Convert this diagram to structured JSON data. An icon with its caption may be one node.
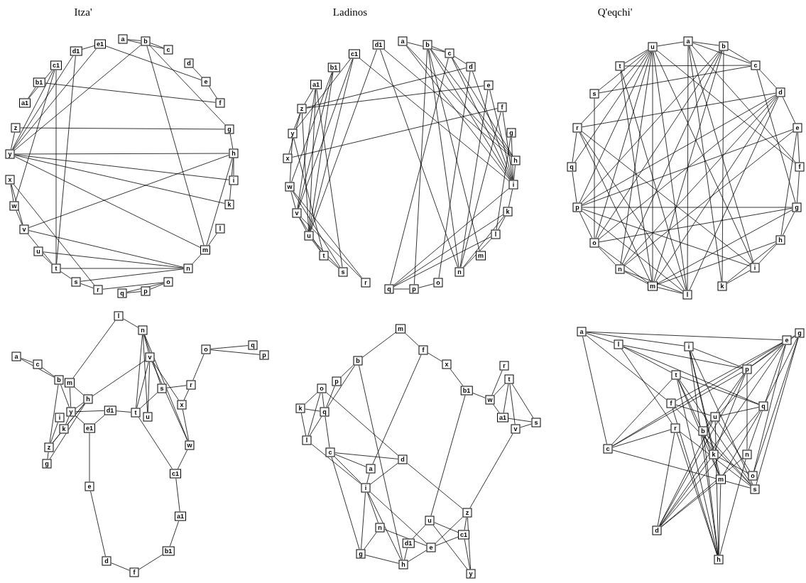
{
  "diagram": {
    "labels": [
      "Itza'",
      "Ladinos",
      "Q'eqchi'"
    ],
    "nodes": [
      {
        "text": [
          "a"
        ]
      },
      {
        "text": [
          "b"
        ]
      },
      {
        "text": [
          "c"
        ]
      },
      {
        "text": [
          "d"
        ]
      },
      {
        "text": [
          "e"
        ]
      },
      {
        "text": [
          "f"
        ]
      },
      {
        "text": [
          "g"
        ]
      },
      {
        "text": [
          "h"
        ]
      },
      {
        "text": [
          "i"
        ]
      },
      {
        "text": [
          "k"
        ]
      },
      {
        "text": [
          "l"
        ]
      },
      {
        "text": [
          "m"
        ]
      },
      {
        "text": [
          "n"
        ]
      },
      {
        "text": [
          "o"
        ]
      },
      {
        "text": [
          "p"
        ]
      },
      {
        "text": [
          "q"
        ]
      },
      {
        "text": [
          "r"
        ]
      },
      {
        "text": [
          "s"
        ]
      },
      {
        "text": [
          "t"
        ]
      },
      {
        "text": [
          "u"
        ]
      },
      {
        "text": [
          "v"
        ]
      },
      {
        "text": [
          "w"
        ]
      },
      {
        "text": [
          "x"
        ]
      },
      {
        "text": [
          "y"
        ]
      },
      {
        "text": [
          "z"
        ]
      },
      {
        "text": [
          "a1"
        ]
      },
      {
        "text": [
          "b1"
        ]
      },
      {
        "text": [
          "c1"
        ]
      },
      {
        "text": [
          "d1"
        ]
      },
      {
        "text": [
          "e1"
        ]
      },
      {
        "text": [
          "a"
        ]
      },
      {
        "text": [
          "b"
        ]
      },
      {
        "text": [
          "c"
        ]
      },
      {
        "text": [
          "d"
        ]
      },
      {
        "text": [
          "e"
        ]
      },
      {
        "text": [
          "f"
        ]
      },
      {
        "text": [
          "g"
        ]
      },
      {
        "text": [
          "h"
        ]
      },
      {
        "text": [
          "i"
        ]
      },
      {
        "text": [
          "k"
        ]
      },
      {
        "text": [
          "l"
        ]
      },
      {
        "text": [
          "m"
        ]
      },
      {
        "text": [
          "n"
        ]
      },
      {
        "text": [
          "o"
        ]
      },
      {
        "text": [
          "p"
        ]
      },
      {
        "text": [
          "q"
        ]
      },
      {
        "text": [
          "r"
        ]
      },
      {
        "text": [
          "s"
        ]
      },
      {
        "text": [
          "t"
        ]
      },
      {
        "text": [
          "u"
        ]
      },
      {
        "text": [
          "v"
        ]
      },
      {
        "text": [
          "w"
        ]
      },
      {
        "text": [
          "x"
        ]
      },
      {
        "text": [
          "y"
        ]
      },
      {
        "text": [
          "z"
        ]
      },
      {
        "text": [
          "a1"
        ]
      },
      {
        "text": [
          "b1"
        ]
      },
      {
        "text": [
          "c1"
        ]
      },
      {
        "text": [
          "d1"
        ]
      },
      {
        "text": [
          "a"
        ]
      },
      {
        "text": [
          "b"
        ]
      },
      {
        "text": [
          "c"
        ]
      },
      {
        "text": [
          "d"
        ]
      },
      {
        "text": [
          "e"
        ]
      },
      {
        "text": [
          "f"
        ]
      },
      {
        "text": [
          "g"
        ]
      },
      {
        "text": [
          "h"
        ]
      },
      {
        "text": [
          "i"
        ]
      },
      {
        "text": [
          "k"
        ]
      },
      {
        "text": [
          "l"
        ]
      },
      {
        "text": [
          "m"
        ]
      },
      {
        "text": [
          "n"
        ]
      },
      {
        "text": [
          "o"
        ]
      },
      {
        "text": [
          "p"
        ]
      },
      {
        "text": [
          "q"
        ]
      },
      {
        "text": [
          "r"
        ]
      },
      {
        "text": [
          "s"
        ]
      },
      {
        "text": [
          "t"
        ]
      },
      {
        "text": [
          "u"
        ]
      },
      {
        "text": [
          "a"
        ]
      },
      {
        "text": [
          "b"
        ]
      },
      {
        "text": [
          "c"
        ]
      },
      {
        "text": [
          "d"
        ]
      },
      {
        "text": [
          "e"
        ]
      },
      {
        "text": [
          "f"
        ]
      },
      {
        "text": [
          "g"
        ]
      },
      {
        "text": [
          "h"
        ]
      },
      {
        "text": [
          "i"
        ]
      },
      {
        "text": [
          "k"
        ]
      },
      {
        "text": [
          "l"
        ]
      },
      {
        "text": [
          "m"
        ]
      },
      {
        "text": [
          "n"
        ]
      },
      {
        "text": [
          "o"
        ]
      },
      {
        "text": [
          "p"
        ]
      },
      {
        "text": [
          "q"
        ]
      },
      {
        "text": [
          "r"
        ]
      },
      {
        "text": [
          "s"
        ]
      },
      {
        "text": [
          "t"
        ]
      },
      {
        "text": [
          "u"
        ]
      },
      {
        "text": [
          "v"
        ]
      },
      {
        "text": [
          "w"
        ]
      },
      {
        "text": [
          "x"
        ]
      },
      {
        "text": [
          "y"
        ]
      },
      {
        "text": [
          "z"
        ]
      },
      {
        "text": [
          "a1"
        ]
      },
      {
        "text": [
          "b1"
        ]
      },
      {
        "text": [
          "c1"
        ]
      },
      {
        "text": [
          "d1"
        ]
      },
      {
        "text": [
          "e1"
        ]
      },
      {
        "text": [
          "a"
        ]
      },
      {
        "text": [
          "b"
        ]
      },
      {
        "text": [
          "c"
        ]
      },
      {
        "text": [
          "d"
        ]
      },
      {
        "text": [
          "e"
        ]
      },
      {
        "text": [
          "f"
        ]
      },
      {
        "text": [
          "g"
        ]
      },
      {
        "text": [
          "h"
        ]
      },
      {
        "text": [
          "i"
        ]
      },
      {
        "text": [
          "k"
        ]
      },
      {
        "text": [
          "l"
        ]
      },
      {
        "text": [
          "m"
        ]
      },
      {
        "text": [
          "n"
        ]
      },
      {
        "text": [
          "o"
        ]
      },
      {
        "text": [
          "p"
        ]
      },
      {
        "text": [
          "q"
        ]
      },
      {
        "text": [
          "r"
        ]
      },
      {
        "text": [
          "s"
        ]
      },
      {
        "text": [
          "t"
        ]
      },
      {
        "text": [
          "u"
        ]
      },
      {
        "text": [
          "v"
        ]
      },
      {
        "text": [
          "w"
        ]
      },
      {
        "text": [
          "x"
        ]
      },
      {
        "text": [
          "y"
        ]
      },
      {
        "text": [
          "z"
        ]
      },
      {
        "text": [
          "a1"
        ]
      },
      {
        "text": [
          "b1"
        ]
      },
      {
        "text": [
          "c1"
        ]
      },
      {
        "text": [
          "d1"
        ]
      },
      {
        "text": [
          "a"
        ]
      },
      {
        "text": [
          "b"
        ]
      },
      {
        "text": [
          "c"
        ]
      },
      {
        "text": [
          "d"
        ]
      },
      {
        "text": [
          "e"
        ]
      },
      {
        "text": [
          "f"
        ]
      },
      {
        "text": [
          "g"
        ]
      },
      {
        "text": [
          "h"
        ]
      },
      {
        "text": [
          "i"
        ]
      },
      {
        "text": [
          "k"
        ]
      },
      {
        "text": [
          "l"
        ]
      },
      {
        "text": [
          "m"
        ]
      },
      {
        "text": [
          "n"
        ]
      },
      {
        "text": [
          "o"
        ]
      },
      {
        "text": [
          "p"
        ]
      },
      {
        "text": [
          "q"
        ]
      },
      {
        "text": [
          "r"
        ]
      },
      {
        "text": [
          "s"
        ]
      },
      {
        "text": [
          "t"
        ]
      },
      {
        "text": [
          "u"
        ]
      }
    ],
    "edges": [
      {
        "from": 0,
        "to": 1,
        "arrow": "none"
      },
      {
        "from": 0,
        "to": 2,
        "arrow": "none"
      },
      {
        "from": 1,
        "to": 2,
        "arrow": "none"
      },
      {
        "from": 1,
        "to": 23,
        "arrow": "none"
      },
      {
        "from": 1,
        "to": 11,
        "arrow": "none"
      },
      {
        "from": 1,
        "to": 6,
        "arrow": "none"
      },
      {
        "from": 29,
        "to": 28,
        "arrow": "none"
      },
      {
        "from": 29,
        "to": 4,
        "arrow": "none"
      },
      {
        "from": 29,
        "to": 23,
        "arrow": "none"
      },
      {
        "from": 28,
        "to": 23,
        "arrow": "none"
      },
      {
        "from": 28,
        "to": 18,
        "arrow": "none"
      },
      {
        "from": 27,
        "to": 23,
        "arrow": "none"
      },
      {
        "from": 27,
        "to": 18,
        "arrow": "none"
      },
      {
        "from": 27,
        "to": 21,
        "arrow": "none"
      },
      {
        "from": 27,
        "to": 25,
        "arrow": "none"
      },
      {
        "from": 26,
        "to": 25,
        "arrow": "none"
      },
      {
        "from": 26,
        "to": 5,
        "arrow": "none"
      },
      {
        "from": 3,
        "to": 4,
        "arrow": "none"
      },
      {
        "from": 4,
        "to": 5,
        "arrow": "none"
      },
      {
        "from": 24,
        "to": 6,
        "arrow": "none"
      },
      {
        "from": 24,
        "to": 23,
        "arrow": "none"
      },
      {
        "from": 23,
        "to": 7,
        "arrow": "none"
      },
      {
        "from": 23,
        "to": 8,
        "arrow": "none"
      },
      {
        "from": 23,
        "to": 9,
        "arrow": "none"
      },
      {
        "from": 23,
        "to": 11,
        "arrow": "none"
      },
      {
        "from": 7,
        "to": 20,
        "arrow": "none"
      },
      {
        "from": 7,
        "to": 9,
        "arrow": "none"
      },
      {
        "from": 7,
        "to": 8,
        "arrow": "none"
      },
      {
        "from": 7,
        "to": 11,
        "arrow": "none"
      },
      {
        "from": 6,
        "to": 7,
        "arrow": "none"
      },
      {
        "from": 10,
        "to": 11,
        "arrow": "none"
      },
      {
        "from": 11,
        "to": 12,
        "arrow": "none"
      },
      {
        "from": 22,
        "to": 21,
        "arrow": "none"
      },
      {
        "from": 22,
        "to": 20,
        "arrow": "none"
      },
      {
        "from": 22,
        "to": 16,
        "arrow": "none"
      },
      {
        "from": 21,
        "to": 20,
        "arrow": "none"
      },
      {
        "from": 20,
        "to": 18,
        "arrow": "none"
      },
      {
        "from": 20,
        "to": 12,
        "arrow": "none"
      },
      {
        "from": 19,
        "to": 18,
        "arrow": "none"
      },
      {
        "from": 19,
        "to": 12,
        "arrow": "none"
      },
      {
        "from": 18,
        "to": 12,
        "arrow": "none"
      },
      {
        "from": 18,
        "to": 17,
        "arrow": "none"
      },
      {
        "from": 17,
        "to": 12,
        "arrow": "none"
      },
      {
        "from": 17,
        "to": 16,
        "arrow": "none"
      },
      {
        "from": 16,
        "to": 13,
        "arrow": "none"
      },
      {
        "from": 15,
        "to": 13,
        "arrow": "none"
      },
      {
        "from": 15,
        "to": 14,
        "arrow": "none"
      },
      {
        "from": 14,
        "to": 13,
        "arrow": "none"
      },
      {
        "from": 30,
        "to": 32,
        "arrow": "none"
      },
      {
        "from": 30,
        "to": 37,
        "arrow": "none"
      },
      {
        "from": 30,
        "to": 38,
        "arrow": "none"
      },
      {
        "from": 31,
        "to": 32,
        "arrow": "none"
      },
      {
        "from": 31,
        "to": 38,
        "arrow": "none"
      },
      {
        "from": 31,
        "to": 37,
        "arrow": "none"
      },
      {
        "from": 31,
        "to": 41,
        "arrow": "none"
      },
      {
        "from": 31,
        "to": 42,
        "arrow": "none"
      },
      {
        "from": 31,
        "to": 44,
        "arrow": "none"
      },
      {
        "from": 32,
        "to": 33,
        "arrow": "none"
      },
      {
        "from": 32,
        "to": 38,
        "arrow": "none"
      },
      {
        "from": 32,
        "to": 45,
        "arrow": "none"
      },
      {
        "from": 32,
        "to": 37,
        "arrow": "none"
      },
      {
        "from": 33,
        "to": 54,
        "arrow": "none"
      },
      {
        "from": 33,
        "to": 38,
        "arrow": "none"
      },
      {
        "from": 33,
        "to": 43,
        "arrow": "none"
      },
      {
        "from": 34,
        "to": 54,
        "arrow": "none"
      },
      {
        "from": 34,
        "to": 38,
        "arrow": "none"
      },
      {
        "from": 34,
        "to": 42,
        "arrow": "none"
      },
      {
        "from": 35,
        "to": 52,
        "arrow": "none"
      },
      {
        "from": 35,
        "to": 38,
        "arrow": "none"
      },
      {
        "from": 35,
        "to": 42,
        "arrow": "none"
      },
      {
        "from": 36,
        "to": 38,
        "arrow": "none"
      },
      {
        "from": 36,
        "to": 40,
        "arrow": "none"
      },
      {
        "from": 37,
        "to": 38,
        "arrow": "none"
      },
      {
        "from": 38,
        "to": 39,
        "arrow": "none"
      },
      {
        "from": 38,
        "to": 45,
        "arrow": "none"
      },
      {
        "from": 39,
        "to": 45,
        "arrow": "none"
      },
      {
        "from": 39,
        "to": 42,
        "arrow": "none"
      },
      {
        "from": 39,
        "to": 40,
        "arrow": "none"
      },
      {
        "from": 40,
        "to": 45,
        "arrow": "none"
      },
      {
        "from": 40,
        "to": 42,
        "arrow": "none"
      },
      {
        "from": 43,
        "to": 44,
        "arrow": "none"
      },
      {
        "from": 44,
        "to": 45,
        "arrow": "none"
      },
      {
        "from": 58,
        "to": 49,
        "arrow": "none"
      },
      {
        "from": 58,
        "to": 42,
        "arrow": "none"
      },
      {
        "from": 58,
        "to": 37,
        "arrow": "none"
      },
      {
        "from": 57,
        "to": 49,
        "arrow": "none"
      },
      {
        "from": 57,
        "to": 38,
        "arrow": "none"
      },
      {
        "from": 57,
        "to": 53,
        "arrow": "none"
      },
      {
        "from": 57,
        "to": 50,
        "arrow": "none"
      },
      {
        "from": 56,
        "to": 49,
        "arrow": "none"
      },
      {
        "from": 56,
        "to": 50,
        "arrow": "none"
      },
      {
        "from": 56,
        "to": 51,
        "arrow": "none"
      },
      {
        "from": 55,
        "to": 54,
        "arrow": "none"
      },
      {
        "from": 55,
        "to": 47,
        "arrow": "none"
      },
      {
        "from": 55,
        "to": 50,
        "arrow": "none"
      },
      {
        "from": 55,
        "to": 49,
        "arrow": "none"
      },
      {
        "from": 54,
        "to": 53,
        "arrow": "none"
      },
      {
        "from": 54,
        "to": 52,
        "arrow": "none"
      },
      {
        "from": 54,
        "to": 49,
        "arrow": "none"
      },
      {
        "from": 53,
        "to": 51,
        "arrow": "none"
      },
      {
        "from": 53,
        "to": 48,
        "arrow": "none"
      },
      {
        "from": 51,
        "to": 50,
        "arrow": "none"
      },
      {
        "from": 51,
        "to": 47,
        "arrow": "none"
      },
      {
        "from": 51,
        "to": 46,
        "arrow": "none"
      },
      {
        "from": 50,
        "to": 49,
        "arrow": "none"
      },
      {
        "from": 50,
        "to": 48,
        "arrow": "none"
      },
      {
        "from": 50,
        "to": 46,
        "arrow": "none"
      },
      {
        "from": 49,
        "to": 48,
        "arrow": "none"
      },
      {
        "from": 49,
        "to": 47,
        "arrow": "none"
      },
      {
        "from": 48,
        "to": 47,
        "arrow": "none"
      },
      {
        "from": 78,
        "to": 59,
        "arrow": "none"
      },
      {
        "from": 78,
        "to": 77,
        "arrow": "none"
      },
      {
        "from": 78,
        "to": 76,
        "arrow": "none"
      },
      {
        "from": 78,
        "to": 75,
        "arrow": "none"
      },
      {
        "from": 78,
        "to": 73,
        "arrow": "none"
      },
      {
        "from": 78,
        "to": 72,
        "arrow": "none"
      },
      {
        "from": 78,
        "to": 71,
        "arrow": "none"
      },
      {
        "from": 78,
        "to": 70,
        "arrow": "none"
      },
      {
        "from": 78,
        "to": 69,
        "arrow": "none"
      },
      {
        "from": 78,
        "to": 67,
        "arrow": "none"
      },
      {
        "from": 78,
        "to": 64,
        "arrow": "none"
      },
      {
        "from": 78,
        "to": 74,
        "arrow": "none"
      },
      {
        "from": 59,
        "to": 60,
        "arrow": "none"
      },
      {
        "from": 59,
        "to": 61,
        "arrow": "none"
      },
      {
        "from": 59,
        "to": 69,
        "arrow": "none"
      },
      {
        "from": 59,
        "to": 68,
        "arrow": "none"
      },
      {
        "from": 59,
        "to": 67,
        "arrow": "none"
      },
      {
        "from": 59,
        "to": 64,
        "arrow": "none"
      },
      {
        "from": 60,
        "to": 61,
        "arrow": "none"
      },
      {
        "from": 60,
        "to": 68,
        "arrow": "none"
      },
      {
        "from": 60,
        "to": 71,
        "arrow": "none"
      },
      {
        "from": 60,
        "to": 70,
        "arrow": "none"
      },
      {
        "from": 60,
        "to": 72,
        "arrow": "none"
      },
      {
        "from": 60,
        "to": 73,
        "arrow": "none"
      },
      {
        "from": 61,
        "to": 62,
        "arrow": "none"
      },
      {
        "from": 61,
        "to": 77,
        "arrow": "none"
      },
      {
        "from": 61,
        "to": 76,
        "arrow": "none"
      },
      {
        "from": 61,
        "to": 65,
        "arrow": "none"
      },
      {
        "from": 62,
        "to": 63,
        "arrow": "none"
      },
      {
        "from": 62,
        "to": 75,
        "arrow": "none"
      },
      {
        "from": 62,
        "to": 73,
        "arrow": "none"
      },
      {
        "from": 62,
        "to": 71,
        "arrow": "none"
      },
      {
        "from": 62,
        "to": 70,
        "arrow": "none"
      },
      {
        "from": 62,
        "to": 72,
        "arrow": "none"
      },
      {
        "from": 62,
        "to": 69,
        "arrow": "none"
      },
      {
        "from": 63,
        "to": 64,
        "arrow": "none"
      },
      {
        "from": 63,
        "to": 73,
        "arrow": "none"
      },
      {
        "from": 63,
        "to": 66,
        "arrow": "none"
      },
      {
        "from": 63,
        "to": 71,
        "arrow": "none"
      },
      {
        "from": 64,
        "to": 65,
        "arrow": "none"
      },
      {
        "from": 65,
        "to": 73,
        "arrow": "none"
      },
      {
        "from": 65,
        "to": 72,
        "arrow": "none"
      },
      {
        "from": 65,
        "to": 66,
        "arrow": "none"
      },
      {
        "from": 65,
        "to": 70,
        "arrow": "none"
      },
      {
        "from": 66,
        "to": 67,
        "arrow": "none"
      },
      {
        "from": 66,
        "to": 68,
        "arrow": "none"
      },
      {
        "from": 66,
        "to": 70,
        "arrow": "none"
      },
      {
        "from": 67,
        "to": 68,
        "arrow": "none"
      },
      {
        "from": 67,
        "to": 73,
        "arrow": "none"
      },
      {
        "from": 67,
        "to": 75,
        "arrow": "none"
      },
      {
        "from": 77,
        "to": 69,
        "arrow": "none"
      },
      {
        "from": 77,
        "to": 70,
        "arrow": "none"
      },
      {
        "from": 76,
        "to": 72,
        "arrow": "none"
      },
      {
        "from": 75,
        "to": 74,
        "arrow": "none"
      },
      {
        "from": 75,
        "to": 70,
        "arrow": "none"
      },
      {
        "from": 75,
        "to": 69,
        "arrow": "none"
      },
      {
        "from": 74,
        "to": 73,
        "arrow": "none"
      },
      {
        "from": 73,
        "to": 72,
        "arrow": "none"
      },
      {
        "from": 73,
        "to": 69,
        "arrow": "none"
      },
      {
        "from": 72,
        "to": 71,
        "arrow": "none"
      },
      {
        "from": 72,
        "to": 70,
        "arrow": "none"
      },
      {
        "from": 71,
        "to": 70,
        "arrow": "none"
      },
      {
        "from": 71,
        "to": 69,
        "arrow": "none"
      },
      {
        "from": 70,
        "to": 69,
        "arrow": "none"
      },
      {
        "from": 79,
        "to": 81,
        "arrow": "none"
      },
      {
        "from": 79,
        "to": 80,
        "arrow": "none"
      },
      {
        "from": 81,
        "to": 80,
        "arrow": "none"
      },
      {
        "from": 80,
        "to": 102,
        "arrow": "none"
      },
      {
        "from": 80,
        "to": 103,
        "arrow": "none"
      },
      {
        "from": 90,
        "to": 102,
        "arrow": "none"
      },
      {
        "from": 90,
        "to": 89,
        "arrow": "none"
      },
      {
        "from": 90,
        "to": 86,
        "arrow": "none"
      },
      {
        "from": 89,
        "to": 91,
        "arrow": "none"
      },
      {
        "from": 91,
        "to": 99,
        "arrow": "none"
      },
      {
        "from": 91,
        "to": 97,
        "arrow": "none"
      },
      {
        "from": 91,
        "to": 98,
        "arrow": "none"
      },
      {
        "from": 91,
        "to": 96,
        "arrow": "none"
      },
      {
        "from": 91,
        "to": 100,
        "arrow": "none"
      },
      {
        "from": 99,
        "to": 86,
        "arrow": "none"
      },
      {
        "from": 99,
        "to": 97,
        "arrow": "none"
      },
      {
        "from": 99,
        "to": 100,
        "arrow": "none"
      },
      {
        "from": 99,
        "to": 98,
        "arrow": "none"
      },
      {
        "from": 86,
        "to": 102,
        "arrow": "none"
      },
      {
        "from": 86,
        "to": 88,
        "arrow": "none"
      },
      {
        "from": 86,
        "to": 103,
        "arrow": "none"
      },
      {
        "from": 86,
        "to": 85,
        "arrow": "none"
      },
      {
        "from": 102,
        "to": 107,
        "arrow": "none"
      },
      {
        "from": 102,
        "to": 108,
        "arrow": "none"
      },
      {
        "from": 102,
        "to": 88,
        "arrow": "none"
      },
      {
        "from": 87,
        "to": 103,
        "arrow": "none"
      },
      {
        "from": 88,
        "to": 103,
        "arrow": "none"
      },
      {
        "from": 103,
        "to": 85,
        "arrow": "none"
      },
      {
        "from": 107,
        "to": 108,
        "arrow": "none"
      },
      {
        "from": 107,
        "to": 97,
        "arrow": "none"
      },
      {
        "from": 97,
        "to": 96,
        "arrow": "none"
      },
      {
        "from": 97,
        "to": 106,
        "arrow": "none"
      },
      {
        "from": 96,
        "to": 95,
        "arrow": "none"
      },
      {
        "from": 95,
        "to": 101,
        "arrow": "none"
      },
      {
        "from": 95,
        "to": 92,
        "arrow": "none"
      },
      {
        "from": 92,
        "to": 94,
        "arrow": "none"
      },
      {
        "from": 92,
        "to": 93,
        "arrow": "none"
      },
      {
        "from": 101,
        "to": 99,
        "arrow": "none"
      },
      {
        "from": 101,
        "to": 100,
        "arrow": "none"
      },
      {
        "from": 100,
        "to": 106,
        "arrow": "none"
      },
      {
        "from": 108,
        "to": 83,
        "arrow": "none"
      },
      {
        "from": 83,
        "to": 82,
        "arrow": "none"
      },
      {
        "from": 82,
        "to": 84,
        "arrow": "none"
      },
      {
        "from": 84,
        "to": 105,
        "arrow": "none"
      },
      {
        "from": 105,
        "to": 104,
        "arrow": "none"
      },
      {
        "from": 104,
        "to": 106,
        "arrow": "none"
      },
      {
        "from": 120,
        "to": 110,
        "arrow": "none"
      },
      {
        "from": 120,
        "to": 114,
        "arrow": "none"
      },
      {
        "from": 114,
        "to": 131,
        "arrow": "none"
      },
      {
        "from": 114,
        "to": 109,
        "arrow": "none"
      },
      {
        "from": 131,
        "to": 135,
        "arrow": "none"
      },
      {
        "from": 110,
        "to": 124,
        "arrow": "none"
      },
      {
        "from": 110,
        "to": 116,
        "arrow": "none"
      },
      {
        "from": 110,
        "to": 123,
        "arrow": "none"
      },
      {
        "from": 123,
        "to": 124,
        "arrow": "none"
      },
      {
        "from": 122,
        "to": 118,
        "arrow": "none"
      },
      {
        "from": 122,
        "to": 119,
        "arrow": "none"
      },
      {
        "from": 122,
        "to": 124,
        "arrow": "none"
      },
      {
        "from": 122,
        "to": 112,
        "arrow": "none"
      },
      {
        "from": 118,
        "to": 124,
        "arrow": "none"
      },
      {
        "from": 118,
        "to": 119,
        "arrow": "none"
      },
      {
        "from": 119,
        "to": 124,
        "arrow": "none"
      },
      {
        "from": 119,
        "to": 117,
        "arrow": "none"
      },
      {
        "from": 124,
        "to": 111,
        "arrow": "none"
      },
      {
        "from": 111,
        "to": 112,
        "arrow": "none"
      },
      {
        "from": 111,
        "to": 109,
        "arrow": "none"
      },
      {
        "from": 111,
        "to": 117,
        "arrow": "none"
      },
      {
        "from": 111,
        "to": 115,
        "arrow": "none"
      },
      {
        "from": 112,
        "to": 117,
        "arrow": "none"
      },
      {
        "from": 112,
        "to": 133,
        "arrow": "none"
      },
      {
        "from": 109,
        "to": 117,
        "arrow": "none"
      },
      {
        "from": 117,
        "to": 115,
        "arrow": "none"
      },
      {
        "from": 117,
        "to": 121,
        "arrow": "none"
      },
      {
        "from": 117,
        "to": 116,
        "arrow": "none"
      },
      {
        "from": 117,
        "to": 113,
        "arrow": "none"
      },
      {
        "from": 121,
        "to": 115,
        "arrow": "none"
      },
      {
        "from": 121,
        "to": 113,
        "arrow": "none"
      },
      {
        "from": 115,
        "to": 116,
        "arrow": "none"
      },
      {
        "from": 137,
        "to": 128,
        "arrow": "none"
      },
      {
        "from": 137,
        "to": 116,
        "arrow": "none"
      },
      {
        "from": 128,
        "to": 136,
        "arrow": "none"
      },
      {
        "from": 128,
        "to": 132,
        "arrow": "none"
      },
      {
        "from": 116,
        "to": 113,
        "arrow": "none"
      },
      {
        "from": 113,
        "to": 136,
        "arrow": "none"
      },
      {
        "from": 113,
        "to": 133,
        "arrow": "none"
      },
      {
        "from": 136,
        "to": 132,
        "arrow": "none"
      },
      {
        "from": 133,
        "to": 132,
        "arrow": "none"
      },
      {
        "from": 133,
        "to": 136,
        "arrow": "none"
      },
      {
        "from": 135,
        "to": 128,
        "arrow": "none"
      },
      {
        "from": 135,
        "to": 130,
        "arrow": "none"
      },
      {
        "from": 130,
        "to": 125,
        "arrow": "none"
      },
      {
        "from": 130,
        "to": 127,
        "arrow": "none"
      },
      {
        "from": 130,
        "to": 134,
        "arrow": "none"
      },
      {
        "from": 127,
        "to": 129,
        "arrow": "none"
      },
      {
        "from": 127,
        "to": 126,
        "arrow": "none"
      },
      {
        "from": 127,
        "to": 134,
        "arrow": "none"
      },
      {
        "from": 134,
        "to": 126,
        "arrow": "none"
      },
      {
        "from": 129,
        "to": 126,
        "arrow": "none"
      },
      {
        "from": 129,
        "to": 133,
        "arrow": "none"
      },
      {
        "from": 138,
        "to": 142,
        "arrow": "none"
      },
      {
        "from": 138,
        "to": 148,
        "arrow": "none"
      },
      {
        "from": 138,
        "to": 146,
        "arrow": "none"
      },
      {
        "from": 138,
        "to": 140,
        "arrow": "none"
      },
      {
        "from": 138,
        "to": 143,
        "arrow": "none"
      },
      {
        "from": 148,
        "to": 152,
        "arrow": "none"
      },
      {
        "from": 148,
        "to": 153,
        "arrow": "none"
      },
      {
        "from": 148,
        "to": 156,
        "arrow": "none"
      },
      {
        "from": 148,
        "to": 154,
        "arrow": "none"
      },
      {
        "from": 146,
        "to": 152,
        "arrow": "none"
      },
      {
        "from": 146,
        "to": 145,
        "arrow": "none"
      },
      {
        "from": 146,
        "to": 147,
        "arrow": "none"
      },
      {
        "from": 146,
        "to": 155,
        "arrow": "none"
      },
      {
        "from": 146,
        "to": 149,
        "arrow": "none"
      },
      {
        "from": 142,
        "to": 152,
        "arrow": "none"
      },
      {
        "from": 142,
        "to": 140,
        "arrow": "none"
      },
      {
        "from": 142,
        "to": 139,
        "arrow": "none"
      },
      {
        "from": 142,
        "to": 150,
        "arrow": "none"
      },
      {
        "from": 142,
        "to": 151,
        "arrow": "none"
      },
      {
        "from": 142,
        "to": 141,
        "arrow": "none"
      },
      {
        "from": 144,
        "to": 152,
        "arrow": "none"
      },
      {
        "from": 144,
        "to": 153,
        "arrow": "none"
      },
      {
        "from": 144,
        "to": 151,
        "arrow": "none"
      },
      {
        "from": 144,
        "to": 155,
        "arrow": "none"
      },
      {
        "from": 144,
        "to": 143,
        "arrow": "none"
      },
      {
        "from": 152,
        "to": 140,
        "arrow": "none"
      },
      {
        "from": 152,
        "to": 139,
        "arrow": "none"
      },
      {
        "from": 152,
        "to": 150,
        "arrow": "none"
      },
      {
        "from": 152,
        "to": 141,
        "arrow": "none"
      },
      {
        "from": 152,
        "to": 147,
        "arrow": "none"
      },
      {
        "from": 156,
        "to": 140,
        "arrow": "none"
      },
      {
        "from": 156,
        "to": 153,
        "arrow": "none"
      },
      {
        "from": 156,
        "to": 149,
        "arrow": "none"
      },
      {
        "from": 156,
        "to": 155,
        "arrow": "none"
      },
      {
        "from": 156,
        "to": 145,
        "arrow": "none"
      },
      {
        "from": 156,
        "to": 147,
        "arrow": "none"
      },
      {
        "from": 143,
        "to": 157,
        "arrow": "none"
      },
      {
        "from": 143,
        "to": 155,
        "arrow": "none"
      },
      {
        "from": 143,
        "to": 145,
        "arrow": "none"
      },
      {
        "from": 153,
        "to": 157,
        "arrow": "none"
      },
      {
        "from": 153,
        "to": 149,
        "arrow": "none"
      },
      {
        "from": 153,
        "to": 141,
        "arrow": "none"
      },
      {
        "from": 154,
        "to": 140,
        "arrow": "none"
      },
      {
        "from": 154,
        "to": 141,
        "arrow": "none"
      },
      {
        "from": 154,
        "to": 155,
        "arrow": "none"
      },
      {
        "from": 154,
        "to": 145,
        "arrow": "none"
      },
      {
        "from": 157,
        "to": 145,
        "arrow": "none"
      },
      {
        "from": 157,
        "to": 151,
        "arrow": "none"
      },
      {
        "from": 157,
        "to": 141,
        "arrow": "none"
      },
      {
        "from": 139,
        "to": 155,
        "arrow": "none"
      },
      {
        "from": 139,
        "to": 145,
        "arrow": "none"
      },
      {
        "from": 139,
        "to": 149,
        "arrow": "none"
      },
      {
        "from": 140,
        "to": 155,
        "arrow": "none"
      },
      {
        "from": 150,
        "to": 141,
        "arrow": "none"
      },
      {
        "from": 150,
        "to": 145,
        "arrow": "none"
      },
      {
        "from": 149,
        "to": 141,
        "arrow": "none"
      },
      {
        "from": 149,
        "to": 145,
        "arrow": "none"
      },
      {
        "from": 147,
        "to": 141,
        "arrow": "none"
      },
      {
        "from": 147,
        "to": 151,
        "arrow": "none"
      }
    ]
  }
}
